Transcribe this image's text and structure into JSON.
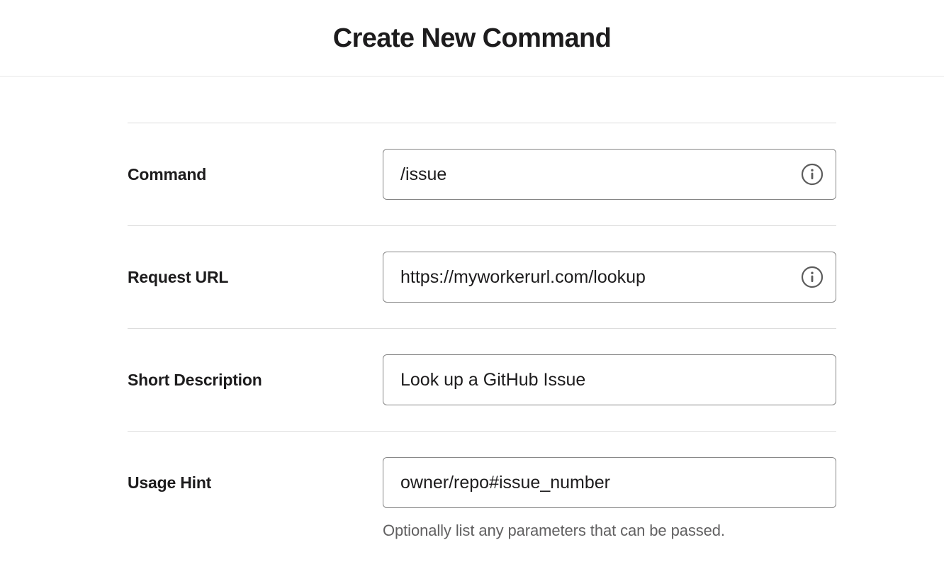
{
  "header": {
    "title": "Create New Command"
  },
  "form": {
    "fields": [
      {
        "label": "Command",
        "value": "/issue",
        "placeholder": "",
        "has_info_icon": true,
        "info_icon": "info-circle-icon",
        "helper": ""
      },
      {
        "label": "Request URL",
        "value": "https://myworkerurl.com/lookup",
        "placeholder": "",
        "has_info_icon": true,
        "info_icon": "info-circle-icon",
        "helper": ""
      },
      {
        "label": "Short Description",
        "value": "Look up a GitHub Issue",
        "placeholder": "",
        "has_info_icon": false,
        "info_icon": "",
        "helper": ""
      },
      {
        "label": "Usage Hint",
        "value": "owner/repo#issue_number",
        "placeholder": "",
        "has_info_icon": false,
        "info_icon": "",
        "helper": "Optionally list any parameters that can be passed."
      }
    ]
  },
  "colors": {
    "text_primary": "#1d1c1d",
    "text_muted": "#616061",
    "input_border": "#868686",
    "divider": "#dddddd",
    "background": "#ffffff"
  }
}
